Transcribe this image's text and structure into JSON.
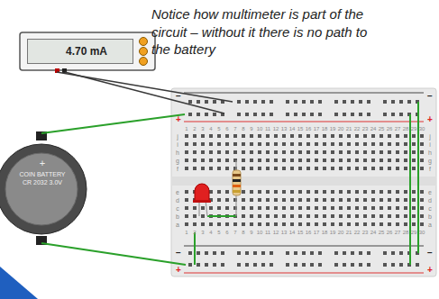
{
  "diagram": {
    "nodes": [
      {
        "text": [
          "4.70 mA"
        ]
      },
      {
        "text": [
          "+",
          "COIN BATTERY CR 2032 3.0V"
        ]
      }
    ],
    "labels": [
      "Notice how multimeter is part of the circuit – without it there is no path to the battery",
      "−",
      "+",
      "−",
      "+",
      "−",
      "+",
      "−",
      "+",
      "1",
      "2",
      "3",
      "4",
      "5",
      "6",
      "7",
      "8",
      "9",
      "10",
      "11",
      "12",
      "13",
      "14",
      "15",
      "16",
      "17",
      "18",
      "19",
      "20",
      "21",
      "22",
      "23",
      "24",
      "25",
      "26",
      "27",
      "28",
      "29",
      "30",
      "1",
      "2",
      "3",
      "4",
      "5",
      "6",
      "7",
      "8",
      "9",
      "10",
      "11",
      "12",
      "13",
      "14",
      "15",
      "16",
      "17",
      "18",
      "19",
      "20",
      "21",
      "22",
      "23",
      "24",
      "25",
      "26",
      "27",
      "28",
      "29",
      "30",
      "j",
      "i",
      "h",
      "g",
      "f",
      "e",
      "d",
      "c",
      "b",
      "a",
      "j",
      "i",
      "h",
      "g",
      "f",
      "e",
      "d",
      "c",
      "b",
      "a"
    ]
  }
}
